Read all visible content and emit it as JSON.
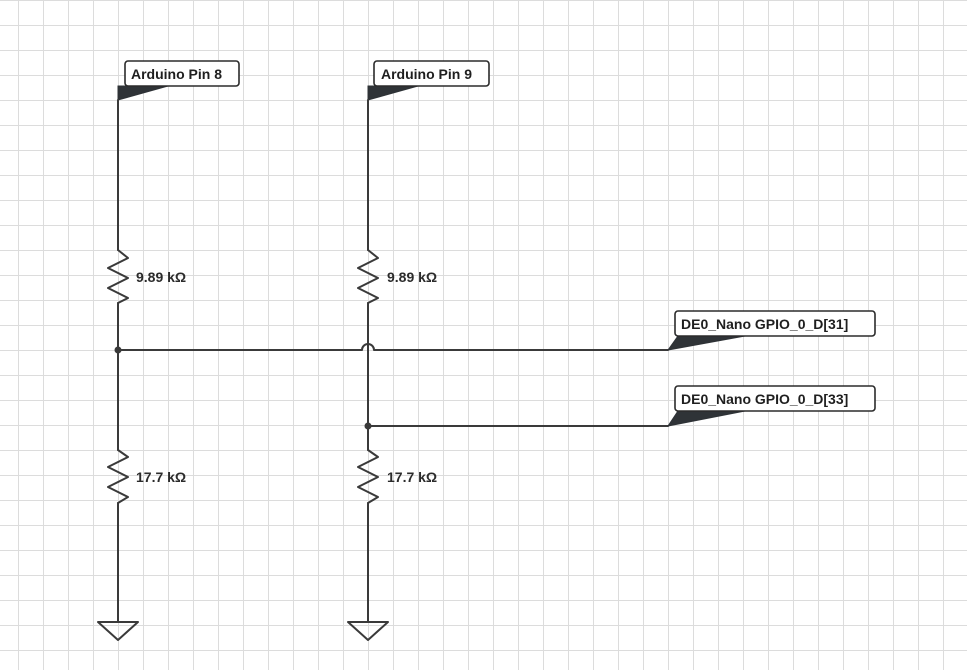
{
  "labels": {
    "pin8": "Arduino Pin 8",
    "pin9": "Arduino Pin 9",
    "gpio31": "DE0_Nano GPIO_0_D[31]",
    "gpio33": "DE0_Nano GPIO_0_D[33]"
  },
  "resistors": {
    "r1_top": "9.89 kΩ",
    "r2_top": "9.89 kΩ",
    "r1_bottom": "17.7 kΩ",
    "r2_bottom": "17.7 kΩ"
  },
  "colors": {
    "wire": "#3a3a3a",
    "grid": "#dcdcdc",
    "flag": "#2f3337"
  }
}
